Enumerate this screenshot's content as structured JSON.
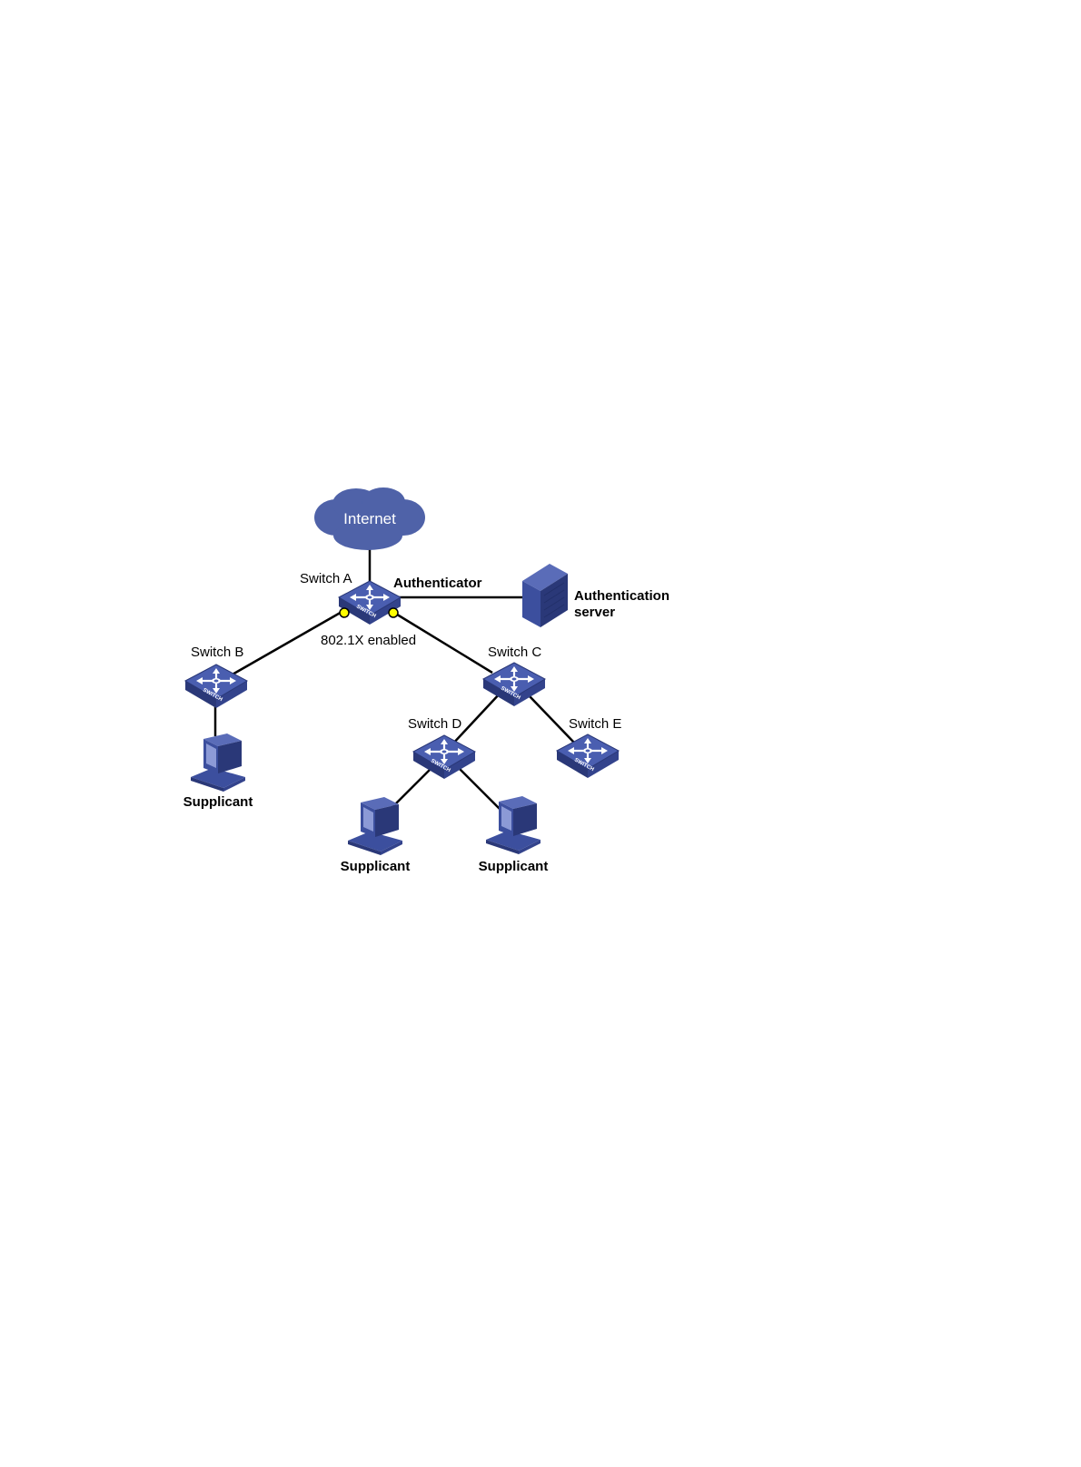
{
  "colors": {
    "device_blue": "#3f51a0",
    "device_dark": "#2a3878",
    "cloud": "#4f62a8",
    "link": "#000000",
    "port_marker": "#ffff00"
  },
  "internet": {
    "label": "Internet",
    "icon": "cloud-icon"
  },
  "switches": [
    {
      "id": "A",
      "label": "Switch A",
      "role": "Authenticator",
      "icon": "switch-icon",
      "badge": "SWITCH"
    },
    {
      "id": "B",
      "label": "Switch B",
      "icon": "switch-icon",
      "badge": "SWITCH"
    },
    {
      "id": "C",
      "label": "Switch C",
      "icon": "switch-icon",
      "badge": "SWITCH"
    },
    {
      "id": "D",
      "label": "Switch D",
      "icon": "switch-icon",
      "badge": "SWITCH"
    },
    {
      "id": "E",
      "label": "Switch E",
      "icon": "switch-icon",
      "badge": "SWITCH"
    }
  ],
  "server": {
    "label_line1": "Authentication",
    "label_line2": "server",
    "icon": "server-icon"
  },
  "supplicants": [
    {
      "attached_to": "B",
      "label": "Supplicant",
      "icon": "computer-icon"
    },
    {
      "attached_to": "D",
      "label": "Supplicant",
      "icon": "computer-icon"
    },
    {
      "attached_to": "D",
      "label": "Supplicant",
      "icon": "computer-icon"
    }
  ],
  "annotation": {
    "text": "802.1X enabled"
  },
  "links": [
    [
      "internet",
      "A"
    ],
    [
      "A",
      "server"
    ],
    [
      "A",
      "B"
    ],
    [
      "A",
      "C"
    ],
    [
      "C",
      "D"
    ],
    [
      "C",
      "E"
    ],
    [
      "B",
      "pc1"
    ],
    [
      "D",
      "pc2"
    ],
    [
      "D",
      "pc3"
    ]
  ]
}
